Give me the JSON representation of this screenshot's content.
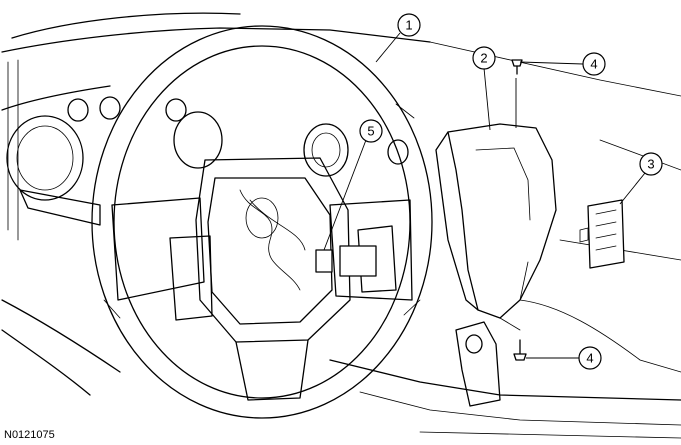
{
  "figure": {
    "id_label": "N0121075"
  },
  "callouts": [
    {
      "number": "1",
      "part": "steering-wheel"
    },
    {
      "number": "2",
      "part": "steering-column-shroud"
    },
    {
      "number": "3",
      "part": "switch-assembly"
    },
    {
      "number": "4",
      "part": "upper-screw"
    },
    {
      "number": "5",
      "part": "electrical-connector"
    },
    {
      "number": "4",
      "part": "lower-screw"
    }
  ]
}
